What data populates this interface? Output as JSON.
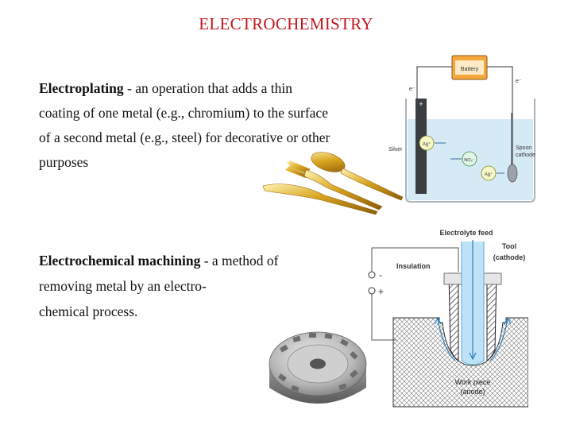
{
  "slide": {
    "title": "ELECTROCHEMISTRY"
  },
  "electroplating": {
    "term": "Electroplating",
    "sep": "‐",
    "line1_rest": "an operation that adds a thin",
    "line2": "coating of one metal (e.g., chromium) to the surface",
    "line3": "of a second metal (e.g., steel) for decorative or other",
    "line4": "purposes"
  },
  "machining": {
    "term": "Electrochemical machining",
    "sep": "‐",
    "line1_rest": "a method of",
    "line2": "removing metal by an electro-",
    "line3": "chemical process."
  },
  "plating_diagram": {
    "battery": "Battery",
    "minus_sign": "e⁻",
    "plus_sign": "e⁻",
    "plus_terminal": "+",
    "silver_label": "Silver",
    "spoon_label_1": "Spoon",
    "spoon_label_2": "cathode",
    "ion_1": "Ag⁺",
    "ion_2": "NO₃⁻",
    "ion_3": "Ag⁺"
  },
  "ecm_diagram": {
    "electrolyte_feed": "Electrolyte feed",
    "tool_1": "Tool",
    "tool_2": "(cathode)",
    "insulation": "Insulation",
    "minus": "-",
    "plus": "+",
    "workpiece_1": "Work piece",
    "workpiece_2": "(anode)"
  }
}
